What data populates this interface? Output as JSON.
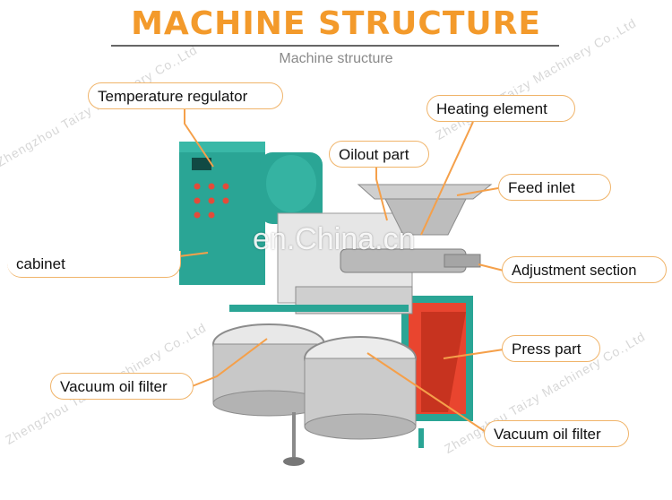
{
  "header": {
    "title": "MACHINE STRUCTURE",
    "subtitle": "Machine structure"
  },
  "labels": {
    "temperature_regulator": "Temperature regulator",
    "heating_element": "Heating element",
    "oilout_part": "Oilout part",
    "feed_inlet": "Feed inlet",
    "cabinet": "cabinet",
    "adjustment_section": "Adjustment section",
    "press_part": "Press part",
    "vacuum_oil_filter_left": "Vacuum oil filter",
    "vacuum_oil_filter_right": "Vacuum oil filter"
  },
  "watermark": {
    "company": "Zhengzhou Taizy Machinery Co.,Ltd",
    "site": "en.China.cn"
  },
  "colors": {
    "title": "#f39a2b",
    "label_border": "#f0b46a",
    "leader_line": "#f5a04a",
    "machine_teal": "#2aa595",
    "press_red": "#e9452f"
  }
}
